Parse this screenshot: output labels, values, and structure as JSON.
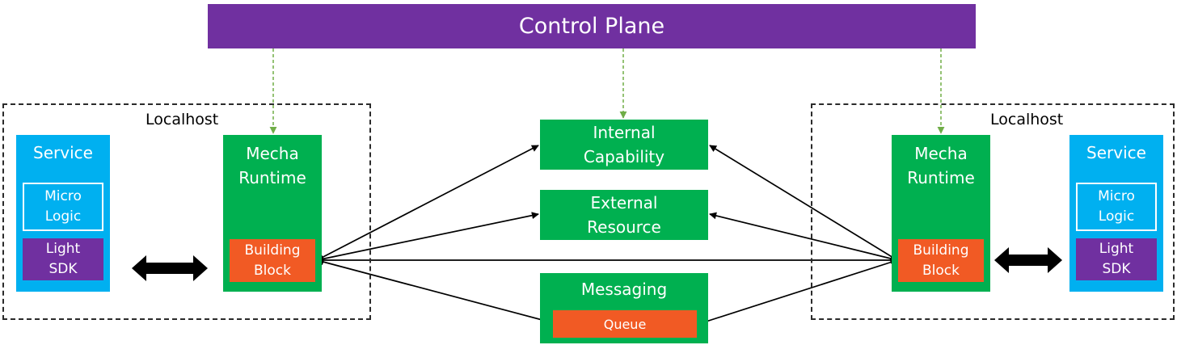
{
  "control_plane": {
    "label": "Control Plane"
  },
  "left_host": {
    "label": "Localhost",
    "service": {
      "title": "Service",
      "micro_logic": "Micro\nLogic",
      "light_sdk": "Light\nSDK"
    },
    "mecha": {
      "title": "Mecha\nRuntime",
      "building_block": "Building\nBlock"
    }
  },
  "right_host": {
    "label": "Localhost",
    "service": {
      "title": "Service",
      "micro_logic": "Micro\nLogic",
      "light_sdk": "Light\nSDK"
    },
    "mecha": {
      "title": "Mecha\nRuntime",
      "building_block": "Building\nBlock"
    }
  },
  "capabilities": {
    "internal": "Internal\nCapability",
    "external": "External\nResource",
    "messaging": {
      "title": "Messaging",
      "queue": "Queue"
    }
  },
  "colors": {
    "control_plane": "#7030a0",
    "service": "#00b0f0",
    "mecha": "#00b050",
    "building_block": "#f15a24",
    "light_sdk": "#7030a0",
    "dashed_link": "#70ad47"
  }
}
